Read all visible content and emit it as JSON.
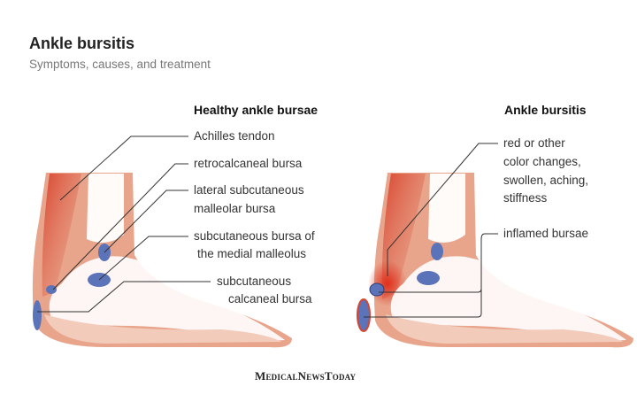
{
  "header": {
    "title": "Ankle bursitis",
    "subtitle": "Symptoms, causes, and treatment"
  },
  "healthy": {
    "heading": "Healthy ankle bursae",
    "labels": [
      "Achilles tendon",
      "retrocalcaneal bursa",
      "lateral subcutaneous",
      "malleolar bursa",
      "subcutaneous bursa of",
      "the medial malleolus",
      "subcutaneous",
      "calcaneal bursa"
    ]
  },
  "bursitis": {
    "heading": "Ankle bursitis",
    "labels": [
      "red or other",
      "color changes,",
      "swollen, aching,",
      "stiffness",
      "inflamed bursae"
    ]
  },
  "logo": "MedicalNewsToday",
  "colors": {
    "skin": "#e8a58c",
    "tendon": "#d9442e",
    "bursa": "#5b73b8",
    "line": "#333333"
  }
}
